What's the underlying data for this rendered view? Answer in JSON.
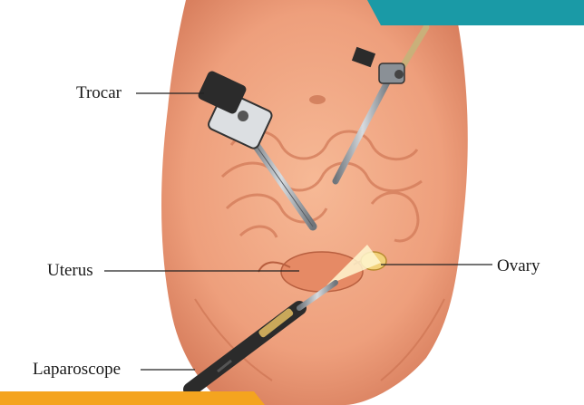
{
  "diagram": {
    "labels": {
      "trocar": "Trocar",
      "uterus": "Uterus",
      "ovary": "Ovary",
      "laparoscope": "Laparoscope"
    }
  },
  "colors": {
    "skin": "#f0a784",
    "skin_shadow": "#d98463",
    "organ": "#e9906c",
    "teal_band": "#1a9aa6",
    "orange_band": "#f4a41f",
    "instrument_dark": "#2b2b2b",
    "instrument_steel": "#9aa0a6"
  }
}
